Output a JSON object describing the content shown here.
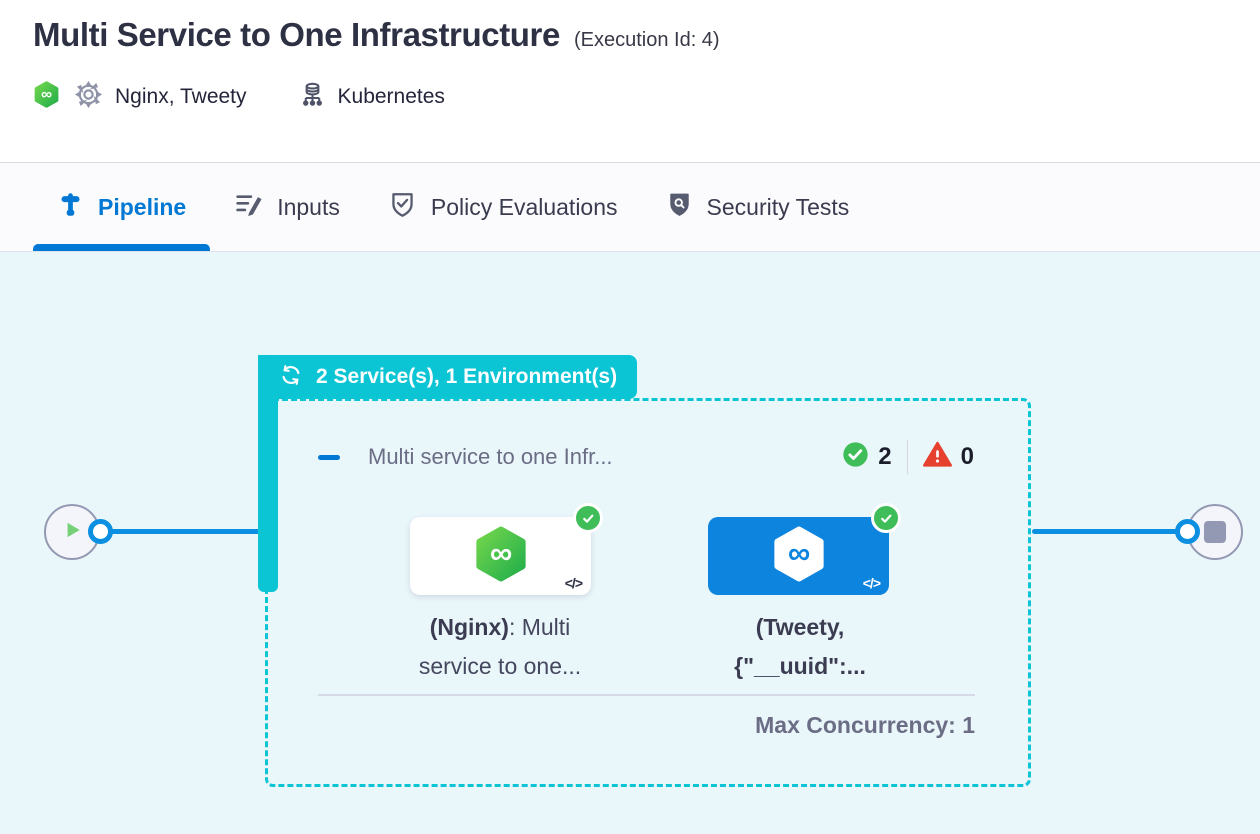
{
  "header": {
    "title": "Multi Service to One Infrastructure",
    "execution_id": "(Execution Id: 4)",
    "services": "Nginx, Tweety",
    "environment": "Kubernetes"
  },
  "tabs": {
    "pipeline": "Pipeline",
    "inputs": "Inputs",
    "policy": "Policy Evaluations",
    "security": "Security Tests"
  },
  "canvas": {
    "group_badge": "2 Service(s), 1 Environment(s)",
    "stage_name": "Multi service to one Infr...",
    "success_count": "2",
    "error_count": "0",
    "max_concurrency": "Max Concurrency: 1",
    "code_glyph": "</>",
    "nodes": {
      "nginx": {
        "line1_bold": "(Nginx)",
        "line1_rest": ": Multi",
        "line2": "service to one..."
      },
      "tweety": {
        "line1_bold": "(Tweety,",
        "line2": "{\"__uuid\":..."
      }
    }
  },
  "icons": {
    "harness_service": "green hexagon with infinity",
    "gear": "settings gear",
    "infrastructure": "database on network",
    "pipeline_tab": "pipeline plug",
    "inputs_tab": "list with pencil",
    "policy_tab": "shield with check",
    "security_tab": "shield with magnifier",
    "loop": "circular arrows",
    "success": "check circle",
    "error": "warning triangle",
    "play": "play triangle",
    "stop": "stop square"
  },
  "colors": {
    "teal": "#0BC4D4",
    "accent_blue": "#0278D5",
    "line_blue": "#0B90E1",
    "card_blue": "#0D84DE",
    "success_green": "#3FBD58",
    "error_red": "#E6402E",
    "canvas_bg": "#E9F6FA"
  }
}
